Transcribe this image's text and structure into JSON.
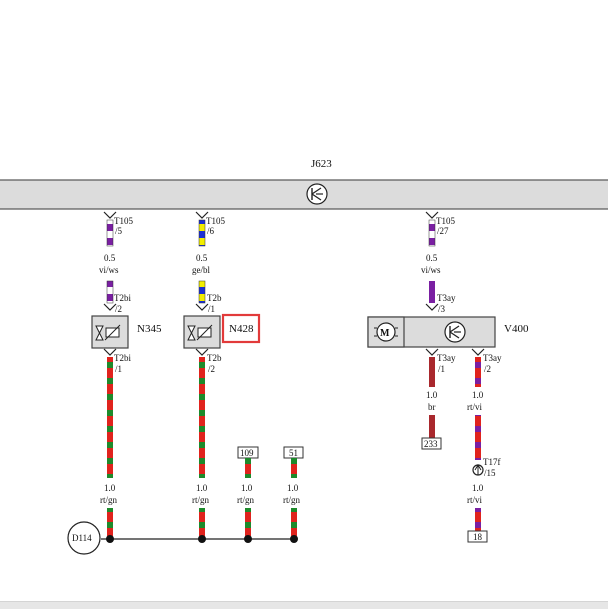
{
  "ecu": {
    "id": "J623"
  },
  "pins": {
    "p1": {
      "conn": "T105",
      "num": "/5",
      "gauge": "0.5",
      "color": "vi/ws"
    },
    "p2": {
      "conn": "T105",
      "num": "/6",
      "gauge": "0.5",
      "color": "ge/bl"
    },
    "p3": {
      "conn": "T105",
      "num": "/27",
      "gauge": "0.5",
      "color": "vi/ws"
    }
  },
  "components": {
    "n345": {
      "name": "N345",
      "top_conn": "T2bi",
      "top_num": "/2",
      "bot_conn": "T2bi",
      "bot_num": "/1"
    },
    "n428": {
      "name": "N428",
      "top_conn": "T2b",
      "top_num": "/1",
      "bot_conn": "T2b",
      "bot_num": "/2"
    },
    "v400": {
      "name": "V400",
      "top_conn": "T3ay",
      "top_num": "/3",
      "bot1_conn": "T3ay",
      "bot1_num": "/1",
      "bot2_conn": "T3ay",
      "bot2_num": "/2"
    }
  },
  "wires": {
    "w1": {
      "gauge": "1.0",
      "color": "rt/gn"
    },
    "w2": {
      "gauge": "1.0",
      "color": "rt/gn"
    },
    "w3": {
      "gauge": "1.0",
      "color": "rt/gn"
    },
    "w4": {
      "gauge": "1.0",
      "color": "rt/gn"
    },
    "w5": {
      "gauge": "1.0",
      "color": "br"
    },
    "w6": {
      "gauge": "1.0",
      "color": "rt/vi"
    },
    "w7": {
      "gauge": "1.0",
      "color": "rt/vi"
    }
  },
  "refs": {
    "r109": "109",
    "r51": "51",
    "r233": "233",
    "r18": "18"
  },
  "connector_t17f": {
    "conn": "T17f",
    "num": "/15"
  },
  "ground": {
    "id": "D114"
  },
  "colors": {
    "violet": "#7a1fa2",
    "white": "#ffffff",
    "yellow": "#f2ee00",
    "blue": "#1a2fd6",
    "red": "#e0231d",
    "green": "#1d8a2b",
    "brown": "#a9282d",
    "highlight": "#e23a3a"
  }
}
